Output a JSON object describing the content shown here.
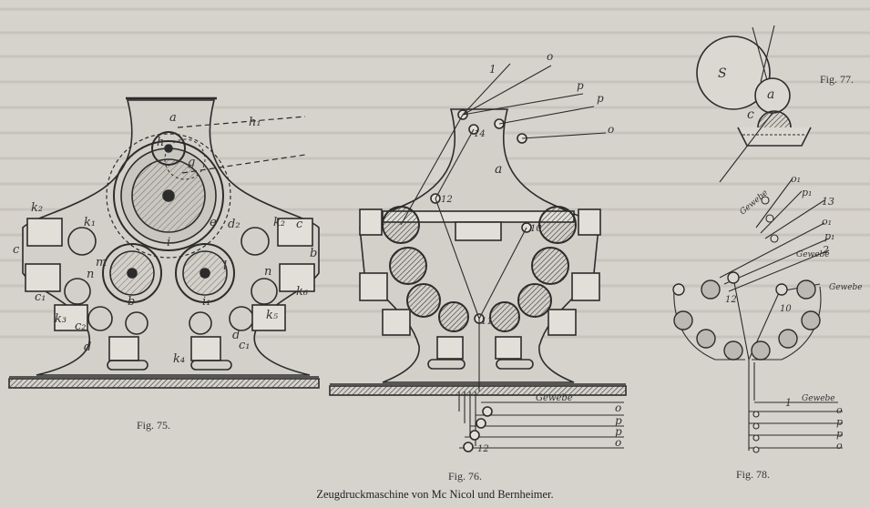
{
  "captions": {
    "fig75": "Fig. 75.",
    "fig76": "Fig. 76.",
    "fig77": "Fig. 77.",
    "fig78": "Fig. 78.",
    "main": "Zeugdruckmaschine von Mc Nicol und Bernheimer."
  },
  "fig75": {
    "frame_label": "a",
    "top_labels": [
      "h₁",
      "h",
      "g"
    ],
    "center_label": "i",
    "left_label": "b",
    "right_label": "i₁",
    "side_labels_left": [
      "k₂",
      "k₁",
      "c",
      "m",
      "c₁",
      "n",
      "c₂",
      "k₃",
      "d"
    ],
    "side_labels_right": [
      "e",
      "d₂",
      "k₂",
      "c",
      "b",
      "l",
      "k₆",
      "n",
      "k₅",
      "d",
      "c₁"
    ],
    "bottom_label": "k₄"
  },
  "fig76": {
    "frame_label": "a",
    "line_labels": [
      "1",
      "o",
      "p",
      "p",
      "o"
    ],
    "roller_labels": [
      "14",
      "12",
      "10",
      "11"
    ],
    "bottom_labels": [
      "Gewebe",
      "o",
      "p",
      "p",
      "o",
      "12"
    ]
  },
  "fig77": {
    "labels": [
      "S",
      "a",
      "c"
    ]
  },
  "fig78": {
    "top_labels": [
      "o₁",
      "p₁",
      "13",
      "o₁",
      "p₁",
      "2"
    ],
    "gewebe_labels": [
      "Gewebe",
      "Gewebe",
      "Gewebe",
      "Gewebe"
    ],
    "roller_labels": [
      "12",
      "10"
    ],
    "bottom_labels": [
      "1",
      "o",
      "p",
      "p",
      "o"
    ]
  }
}
